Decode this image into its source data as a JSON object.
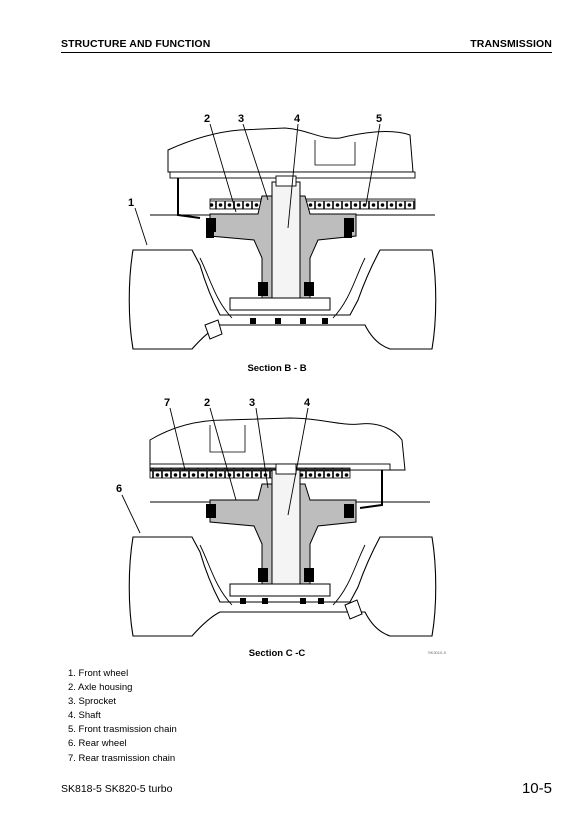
{
  "header": {
    "left": "STRUCTURE AND FUNCTION",
    "right": "TRANSMISSION"
  },
  "figures": [
    {
      "caption": "Section B - B",
      "callouts": [
        "1",
        "2",
        "3",
        "4",
        "5"
      ]
    },
    {
      "caption": "Section C -C",
      "callouts": [
        "7",
        "2",
        "3",
        "4",
        "6"
      ]
    }
  ],
  "figure_code": "SK3010-5",
  "legend": [
    "1.  Front wheel",
    "2.  Axle housing",
    "3.  Sprocket",
    "4.  Shaft",
    "5.  Front trasmission chain",
    "6.  Rear wheel",
    "7.  Rear trasmission chain"
  ],
  "footer": {
    "model": "SK818-5  SK820-5 turbo",
    "page": "10-5"
  }
}
